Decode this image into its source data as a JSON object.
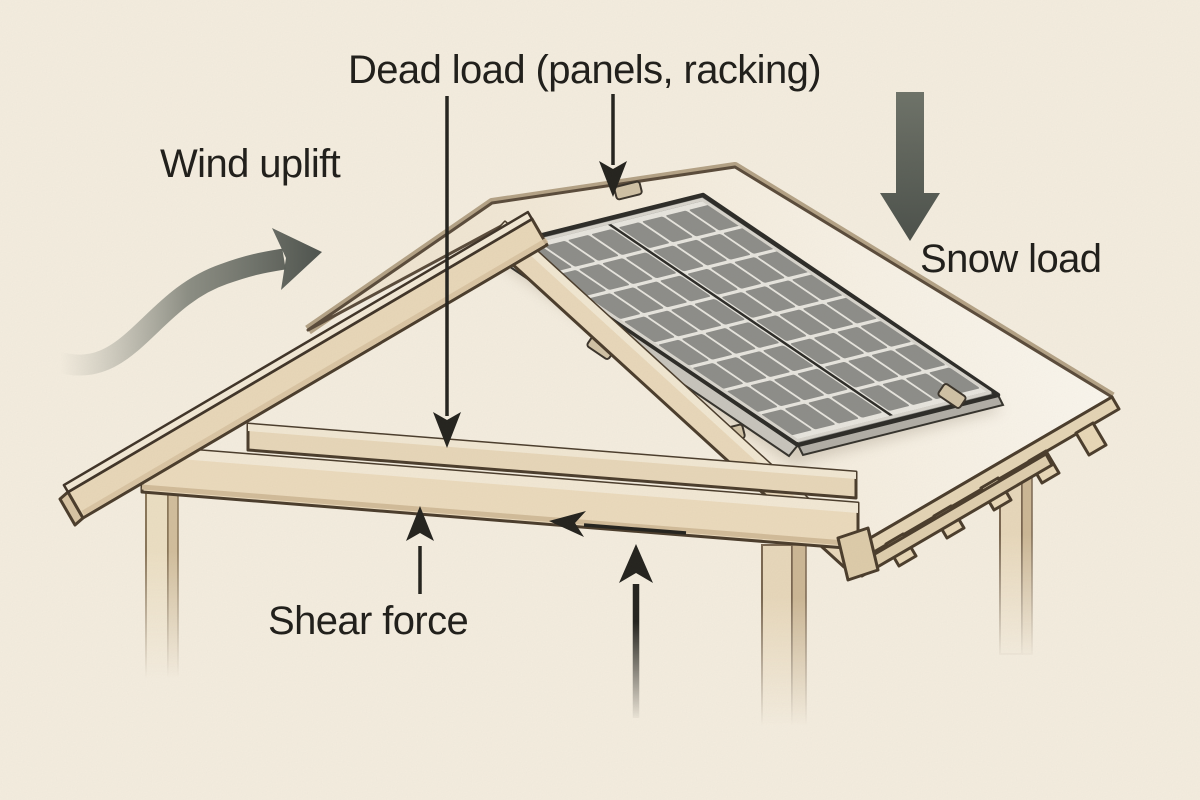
{
  "figure": {
    "type": "structural-load-diagram",
    "subject": "gable patio roof structure with rooftop solar array"
  },
  "labels": {
    "dead_load": "Dead load (panels, racking)",
    "wind_uplift": "Wind uplift",
    "snow_load": "Snow load",
    "shear_force": "Shear force"
  },
  "arrows": {
    "dead_load": {
      "direction": "down",
      "count": 2,
      "style": "thin-black"
    },
    "wind_uplift": {
      "direction": "up-right",
      "style": "curved-gray-fading-tail"
    },
    "snow_load": {
      "direction": "down",
      "style": "thick-gray"
    },
    "shear_force": {
      "direction": "up",
      "style": "thin-black"
    },
    "along_rafter": {
      "direction": "left-along-beam",
      "style": "black-arrowhead"
    },
    "reaction": {
      "direction": "up",
      "style": "thick-black-fading-tail"
    }
  },
  "panel": {
    "modules": 2,
    "cols_per_module": 4,
    "rows": 8
  },
  "colors": {
    "background": "#f6efe1",
    "wood_fill": "#ecdcbe",
    "wood_light": "#f5ecd8",
    "wood_shade": "#d8c4a2",
    "outline": "#4a3c2b",
    "deck_fill": "#f9f4e9",
    "deck_edge": "#b5a386",
    "panel_cell": "#8e8e8a",
    "panel_grid": "#e9e7e0",
    "panel_frame": "#2c2b27",
    "panel_silver": "#d9d6ce",
    "arrow_dark": "#23221d",
    "arrow_gray": "#565b54",
    "text": "#1e1d19"
  }
}
